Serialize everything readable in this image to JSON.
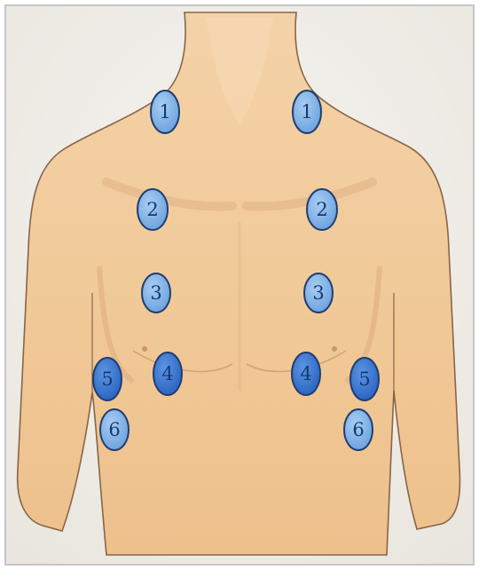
{
  "colors": {
    "frame_border": "#c6c6c6",
    "background": "#f3f1ec",
    "skin": "#f2cb9b",
    "skin_shadow": "#dca97c",
    "outline": "#8a6448",
    "marker_light": "#79aee6",
    "marker_dark": "#2f6fd0",
    "marker_border": "#1e3e70",
    "marker_text": "#123a72"
  },
  "markers": [
    {
      "id": "left-1",
      "label": "1",
      "tone": "light"
    },
    {
      "id": "right-1",
      "label": "1",
      "tone": "light"
    },
    {
      "id": "left-2",
      "label": "2",
      "tone": "light"
    },
    {
      "id": "right-2",
      "label": "2",
      "tone": "light"
    },
    {
      "id": "left-3",
      "label": "3",
      "tone": "light"
    },
    {
      "id": "right-3",
      "label": "3",
      "tone": "light"
    },
    {
      "id": "left-4",
      "label": "4",
      "tone": "dark"
    },
    {
      "id": "right-4",
      "label": "4",
      "tone": "dark"
    },
    {
      "id": "left-5",
      "label": "5",
      "tone": "dark"
    },
    {
      "id": "right-5",
      "label": "5",
      "tone": "dark"
    },
    {
      "id": "left-6",
      "label": "6",
      "tone": "light"
    },
    {
      "id": "right-6",
      "label": "6",
      "tone": "light"
    }
  ]
}
